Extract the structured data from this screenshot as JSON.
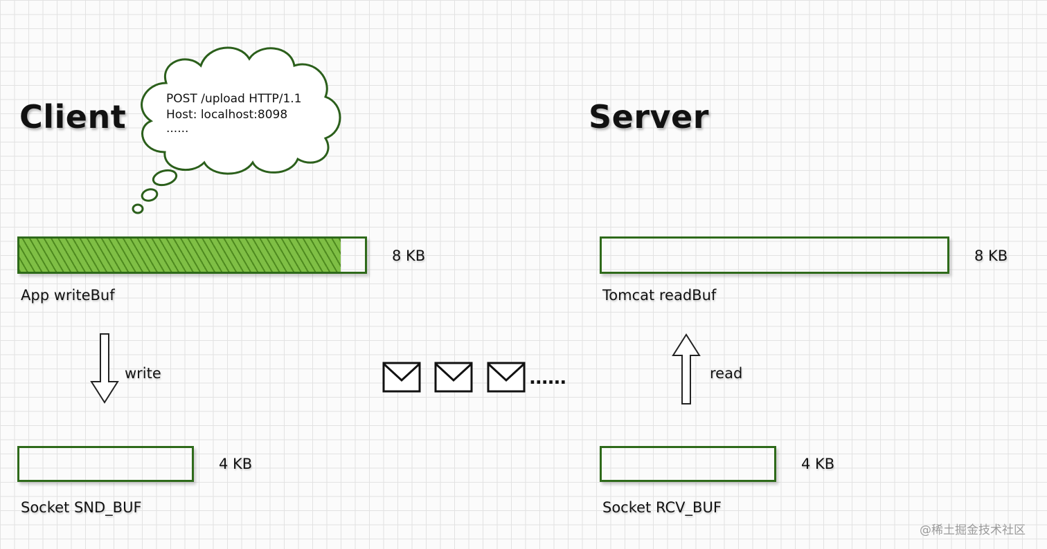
{
  "client": {
    "title": "Client",
    "cloud_lines": [
      "POST /upload HTTP/1.1",
      "Host: localhost:8098",
      "......"
    ],
    "app_buffer": {
      "label": "App writeBuf",
      "size": "8 KB",
      "filled_fraction": 0.93
    },
    "write_arrow_label": "write",
    "socket_buffer": {
      "label": "Socket SND_BUF",
      "size": "4 KB"
    }
  },
  "server": {
    "title": "Server",
    "app_buffer": {
      "label": "Tomcat readBuf",
      "size": "8 KB",
      "filled_fraction": 0
    },
    "read_arrow_label": "read",
    "socket_buffer": {
      "label": "Socket RCV_BUF",
      "size": "4 KB"
    }
  },
  "network": {
    "packet_icon": "envelope-icon",
    "packet_count": 3,
    "ellipsis": "......"
  },
  "watermark": "@稀土掘金技术社区",
  "colors": {
    "buffer_border": "#2e6a1a",
    "buffer_fill": "#6fa83a",
    "ink": "#111111"
  }
}
